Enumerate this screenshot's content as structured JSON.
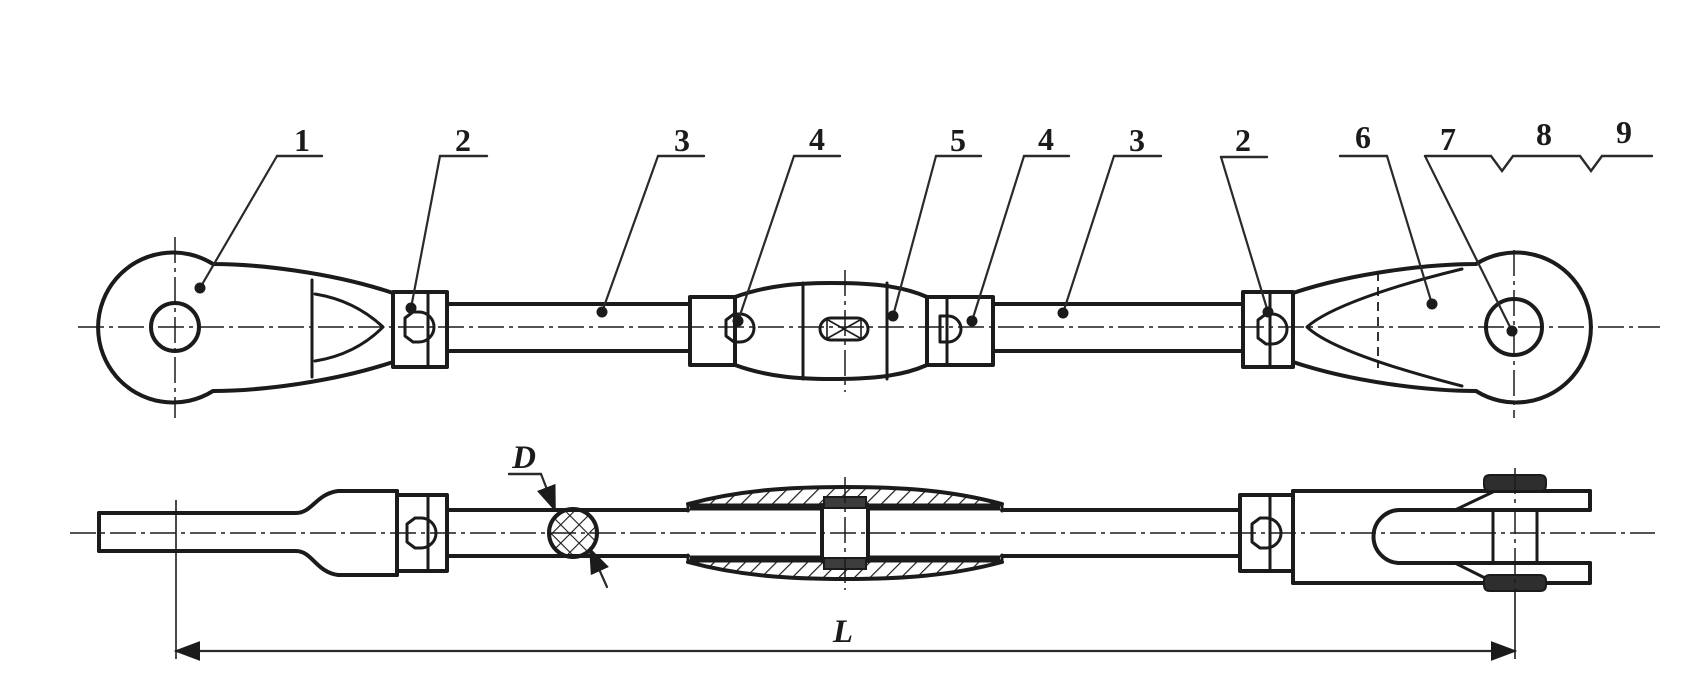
{
  "colors": {
    "line": "#1b1b1b",
    "background": "#ffffff",
    "dark_fill": "#2e2e2e"
  },
  "callouts": [
    {
      "label": "1"
    },
    {
      "label": "2"
    },
    {
      "label": "3"
    },
    {
      "label": "4"
    },
    {
      "label": "5"
    },
    {
      "label": "4"
    },
    {
      "label": "3"
    },
    {
      "label": "2"
    },
    {
      "label": "6"
    },
    {
      "label": "7"
    },
    {
      "label": "8"
    },
    {
      "label": "9"
    }
  ],
  "dimensions": {
    "diameter_label": "D",
    "length_label": "L"
  }
}
